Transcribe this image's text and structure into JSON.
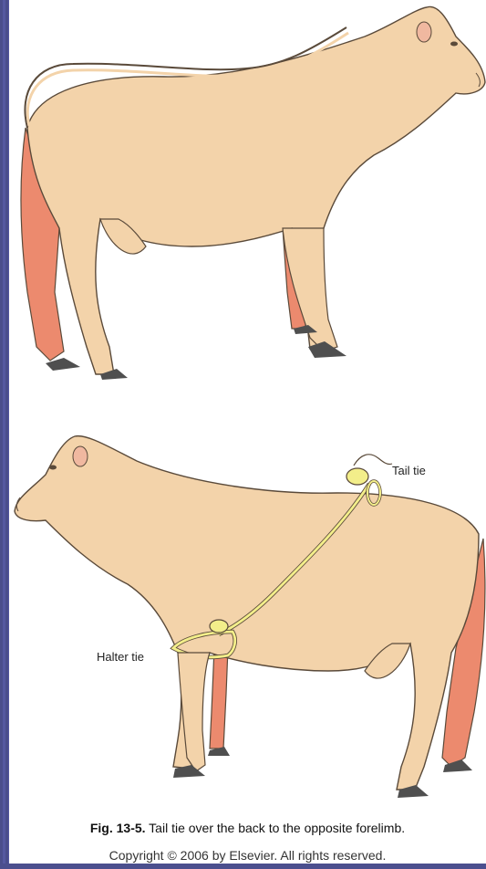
{
  "labels": {
    "tail_tie": "Tail tie",
    "halter_tie": "Halter tie"
  },
  "caption": {
    "figure_ref": "Fig. 13-5.",
    "text": " Tail tie over the back to the opposite forelimb.",
    "copyright": "Copyright © 2006 by Elsevier. All rights reserved."
  },
  "colors": {
    "body": "#f3d3aa",
    "outline": "#5a4a3a",
    "leg_shade": "#ec8a6e",
    "hoof": "#4f4f4f",
    "rope": "#f3ee8a",
    "slide_background": "#4b4f8e"
  },
  "icons": {
    "top_illustration": "cow-with-tail-over-back-icon",
    "bottom_illustration": "cow-with-tail-tied-to-forelimb-icon"
  }
}
